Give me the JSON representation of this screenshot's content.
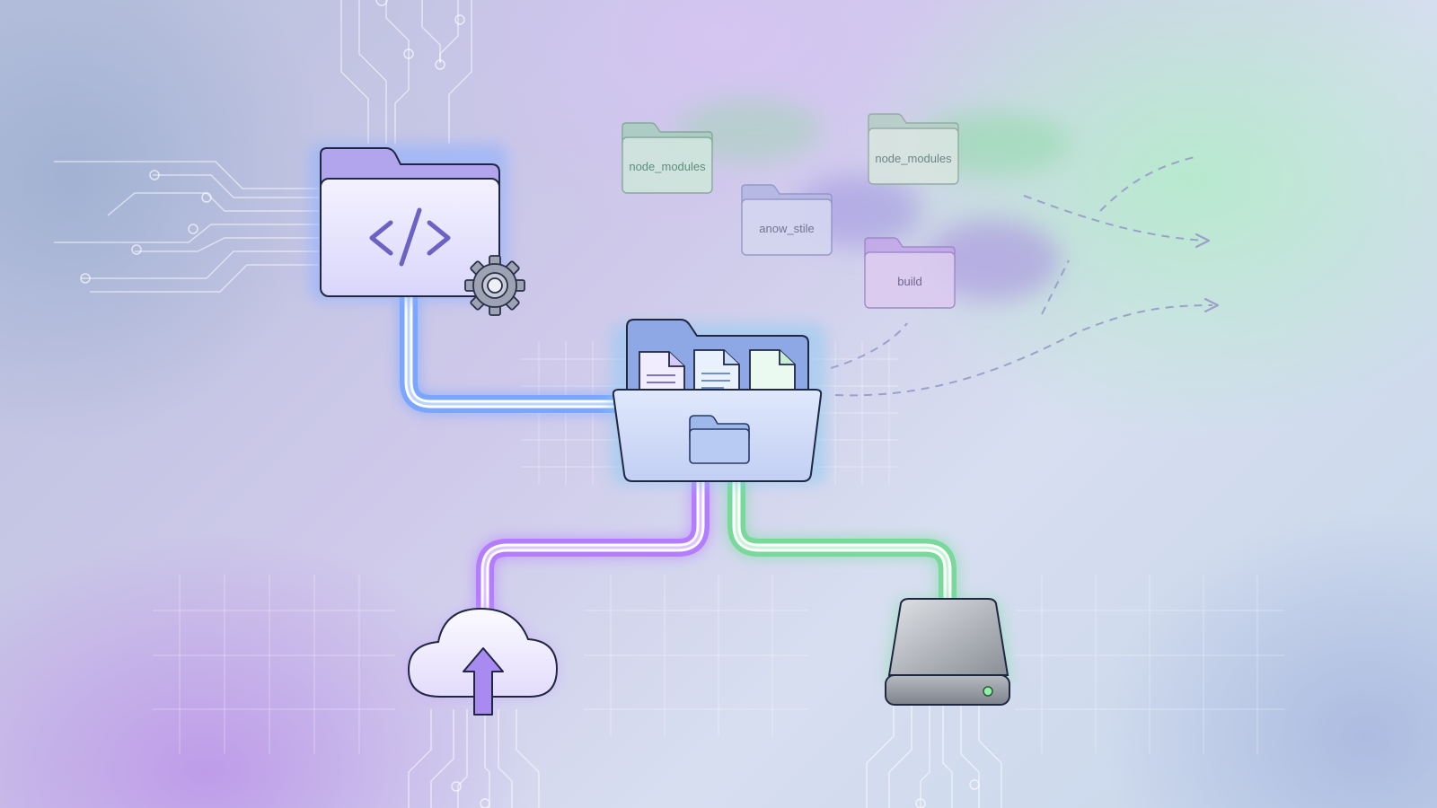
{
  "folders": [
    {
      "label": "node_modules",
      "color": "#5f8f7e"
    },
    {
      "label": "anow_stile",
      "color": "#6f7690"
    },
    {
      "label": "node_modules",
      "color": "#6f8584"
    },
    {
      "label": "build",
      "color": "#6f6690"
    }
  ],
  "icons": {
    "source": "code-folder-icon",
    "gear": "gear-icon",
    "hub": "open-folder-icon",
    "cloud": "cloud-upload-icon",
    "drive": "external-drive-icon"
  },
  "colors": {
    "blue_pipe": "#78a4ff",
    "purple_pipe": "#b276ff",
    "green_pipe": "#6fdc97",
    "outline": "#1f2742"
  }
}
